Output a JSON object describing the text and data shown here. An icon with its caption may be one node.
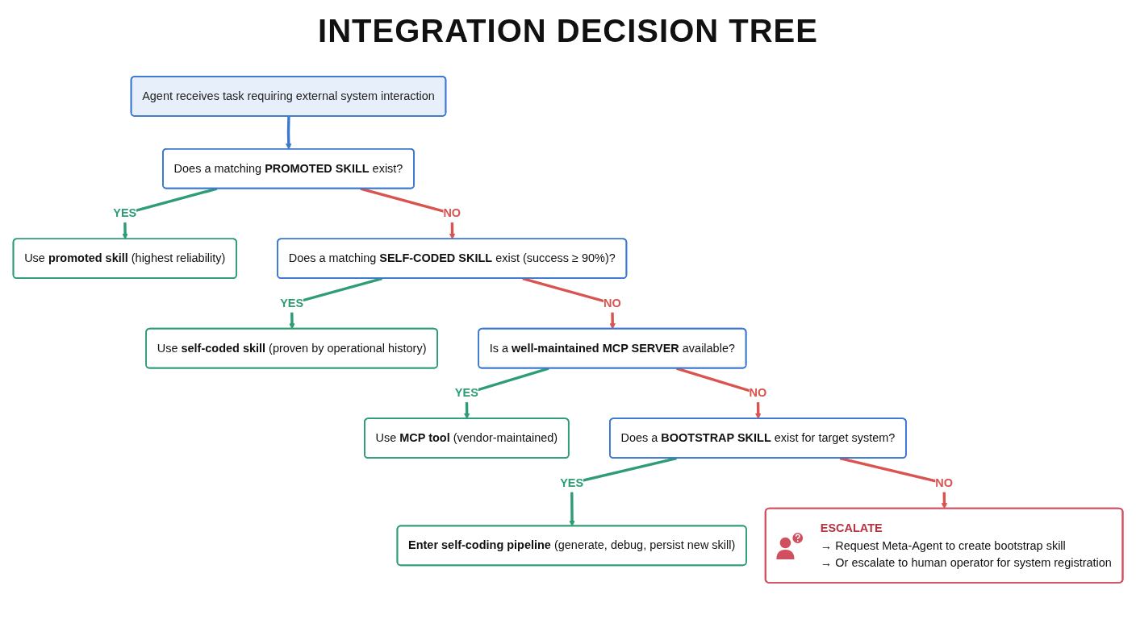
{
  "diagram": {
    "title": "INTEGRATION DECISION TREE",
    "nodes": [
      {
        "text": [
          "Agent receives task requiring external system interaction"
        ]
      },
      {
        "text": [
          "Does a matching **PROMOTED SKILL** exist?"
        ]
      },
      {
        "text": [
          "Use **promoted skill** (highest reliability)"
        ]
      },
      {
        "text": [
          "Does a matching **SELF-CODED SKILL** exist (success ≥ 90%)?"
        ]
      },
      {
        "text": [
          "Use **self-coded skill** (proven by operational history)"
        ]
      },
      {
        "text": [
          "Is a **well-maintained MCP SERVER** available?"
        ]
      },
      {
        "text": [
          "Use **MCP tool** (vendor-maintained)"
        ]
      },
      {
        "text": [
          "Does a **BOOTSTRAP SKILL** exist for target system?"
        ]
      },
      {
        "text": [
          "**Enter self-coding pipeline** (generate, debug, persist new skill)"
        ]
      },
      {
        "text": [
          "ESCALATE",
          "→ Request Meta-Agent to create bootstrap skill",
          "→ Or escalate to human operator for system registration"
        ]
      }
    ],
    "edges": [
      {
        "from": 0,
        "to": 1,
        "arrow": "to",
        "color": "#3b78d0"
      },
      {
        "from": 1,
        "to": 2,
        "arrow": "to",
        "label": "YES",
        "color": "#2e9d74"
      },
      {
        "from": 1,
        "to": 3,
        "arrow": "to",
        "label": "NO",
        "color": "#d9534f"
      },
      {
        "from": 3,
        "to": 4,
        "arrow": "to",
        "label": "YES",
        "color": "#2e9d74"
      },
      {
        "from": 3,
        "to": 5,
        "arrow": "to",
        "label": "NO",
        "color": "#d9534f"
      },
      {
        "from": 5,
        "to": 6,
        "arrow": "to",
        "label": "YES",
        "color": "#2e9d74"
      },
      {
        "from": 5,
        "to": 7,
        "arrow": "to",
        "label": "NO",
        "color": "#d9534f"
      },
      {
        "from": 7,
        "to": 8,
        "arrow": "to",
        "label": "YES",
        "color": "#2e9d74"
      },
      {
        "from": 7,
        "to": 9,
        "arrow": "to",
        "label": "NO",
        "color": "#d9534f"
      }
    ]
  }
}
